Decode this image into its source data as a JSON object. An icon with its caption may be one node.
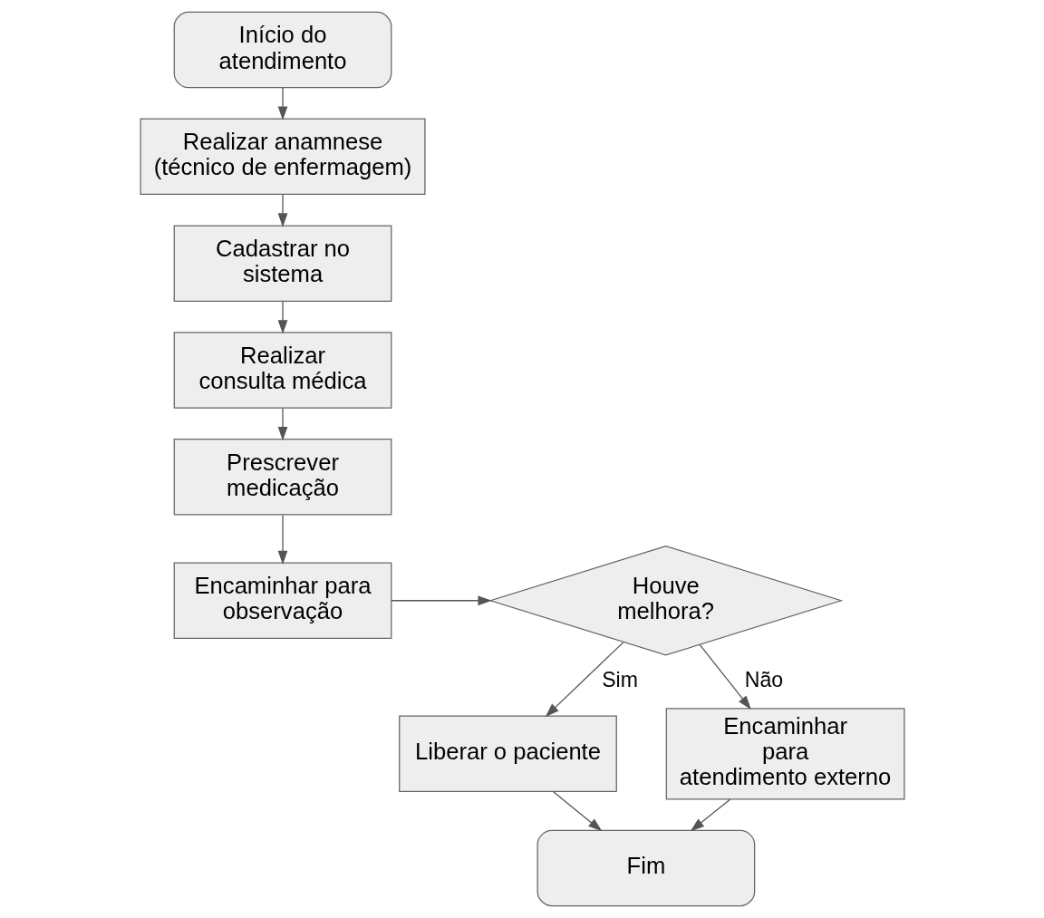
{
  "diagram": {
    "nodes": [
      {
        "text": [
          "Início do atendimento"
        ]
      },
      {
        "text": [
          "Realizar anamnese (técnico de enfermagem)"
        ]
      },
      {
        "text": [
          "Cadastrar no sistema"
        ]
      },
      {
        "text": [
          "Realizar consulta médica"
        ]
      },
      {
        "text": [
          "Prescrever medicação"
        ]
      },
      {
        "text": [
          "Encaminhar para observação"
        ]
      },
      {
        "text": [
          "Houve melhora?"
        ]
      },
      {
        "text": [
          "Liberar o paciente"
        ]
      },
      {
        "text": [
          "Encaminhar para atendimento externo"
        ]
      },
      {
        "text": [
          "Fim"
        ]
      }
    ],
    "edges": [
      {
        "from": 0,
        "to": 1,
        "arrow": "to"
      },
      {
        "from": 1,
        "to": 2,
        "arrow": "to"
      },
      {
        "from": 2,
        "to": 3,
        "arrow": "to"
      },
      {
        "from": 3,
        "to": 4,
        "arrow": "to"
      },
      {
        "from": 4,
        "to": 5,
        "arrow": "to"
      },
      {
        "from": 5,
        "to": 6,
        "arrow": "to"
      },
      {
        "from": 6,
        "to": 7,
        "arrow": "to",
        "label": "Sim"
      },
      {
        "from": 6,
        "to": 8,
        "arrow": "to",
        "label": "Não"
      },
      {
        "from": 7,
        "to": 9,
        "arrow": "to"
      },
      {
        "from": 8,
        "to": 9,
        "arrow": "to"
      }
    ]
  }
}
